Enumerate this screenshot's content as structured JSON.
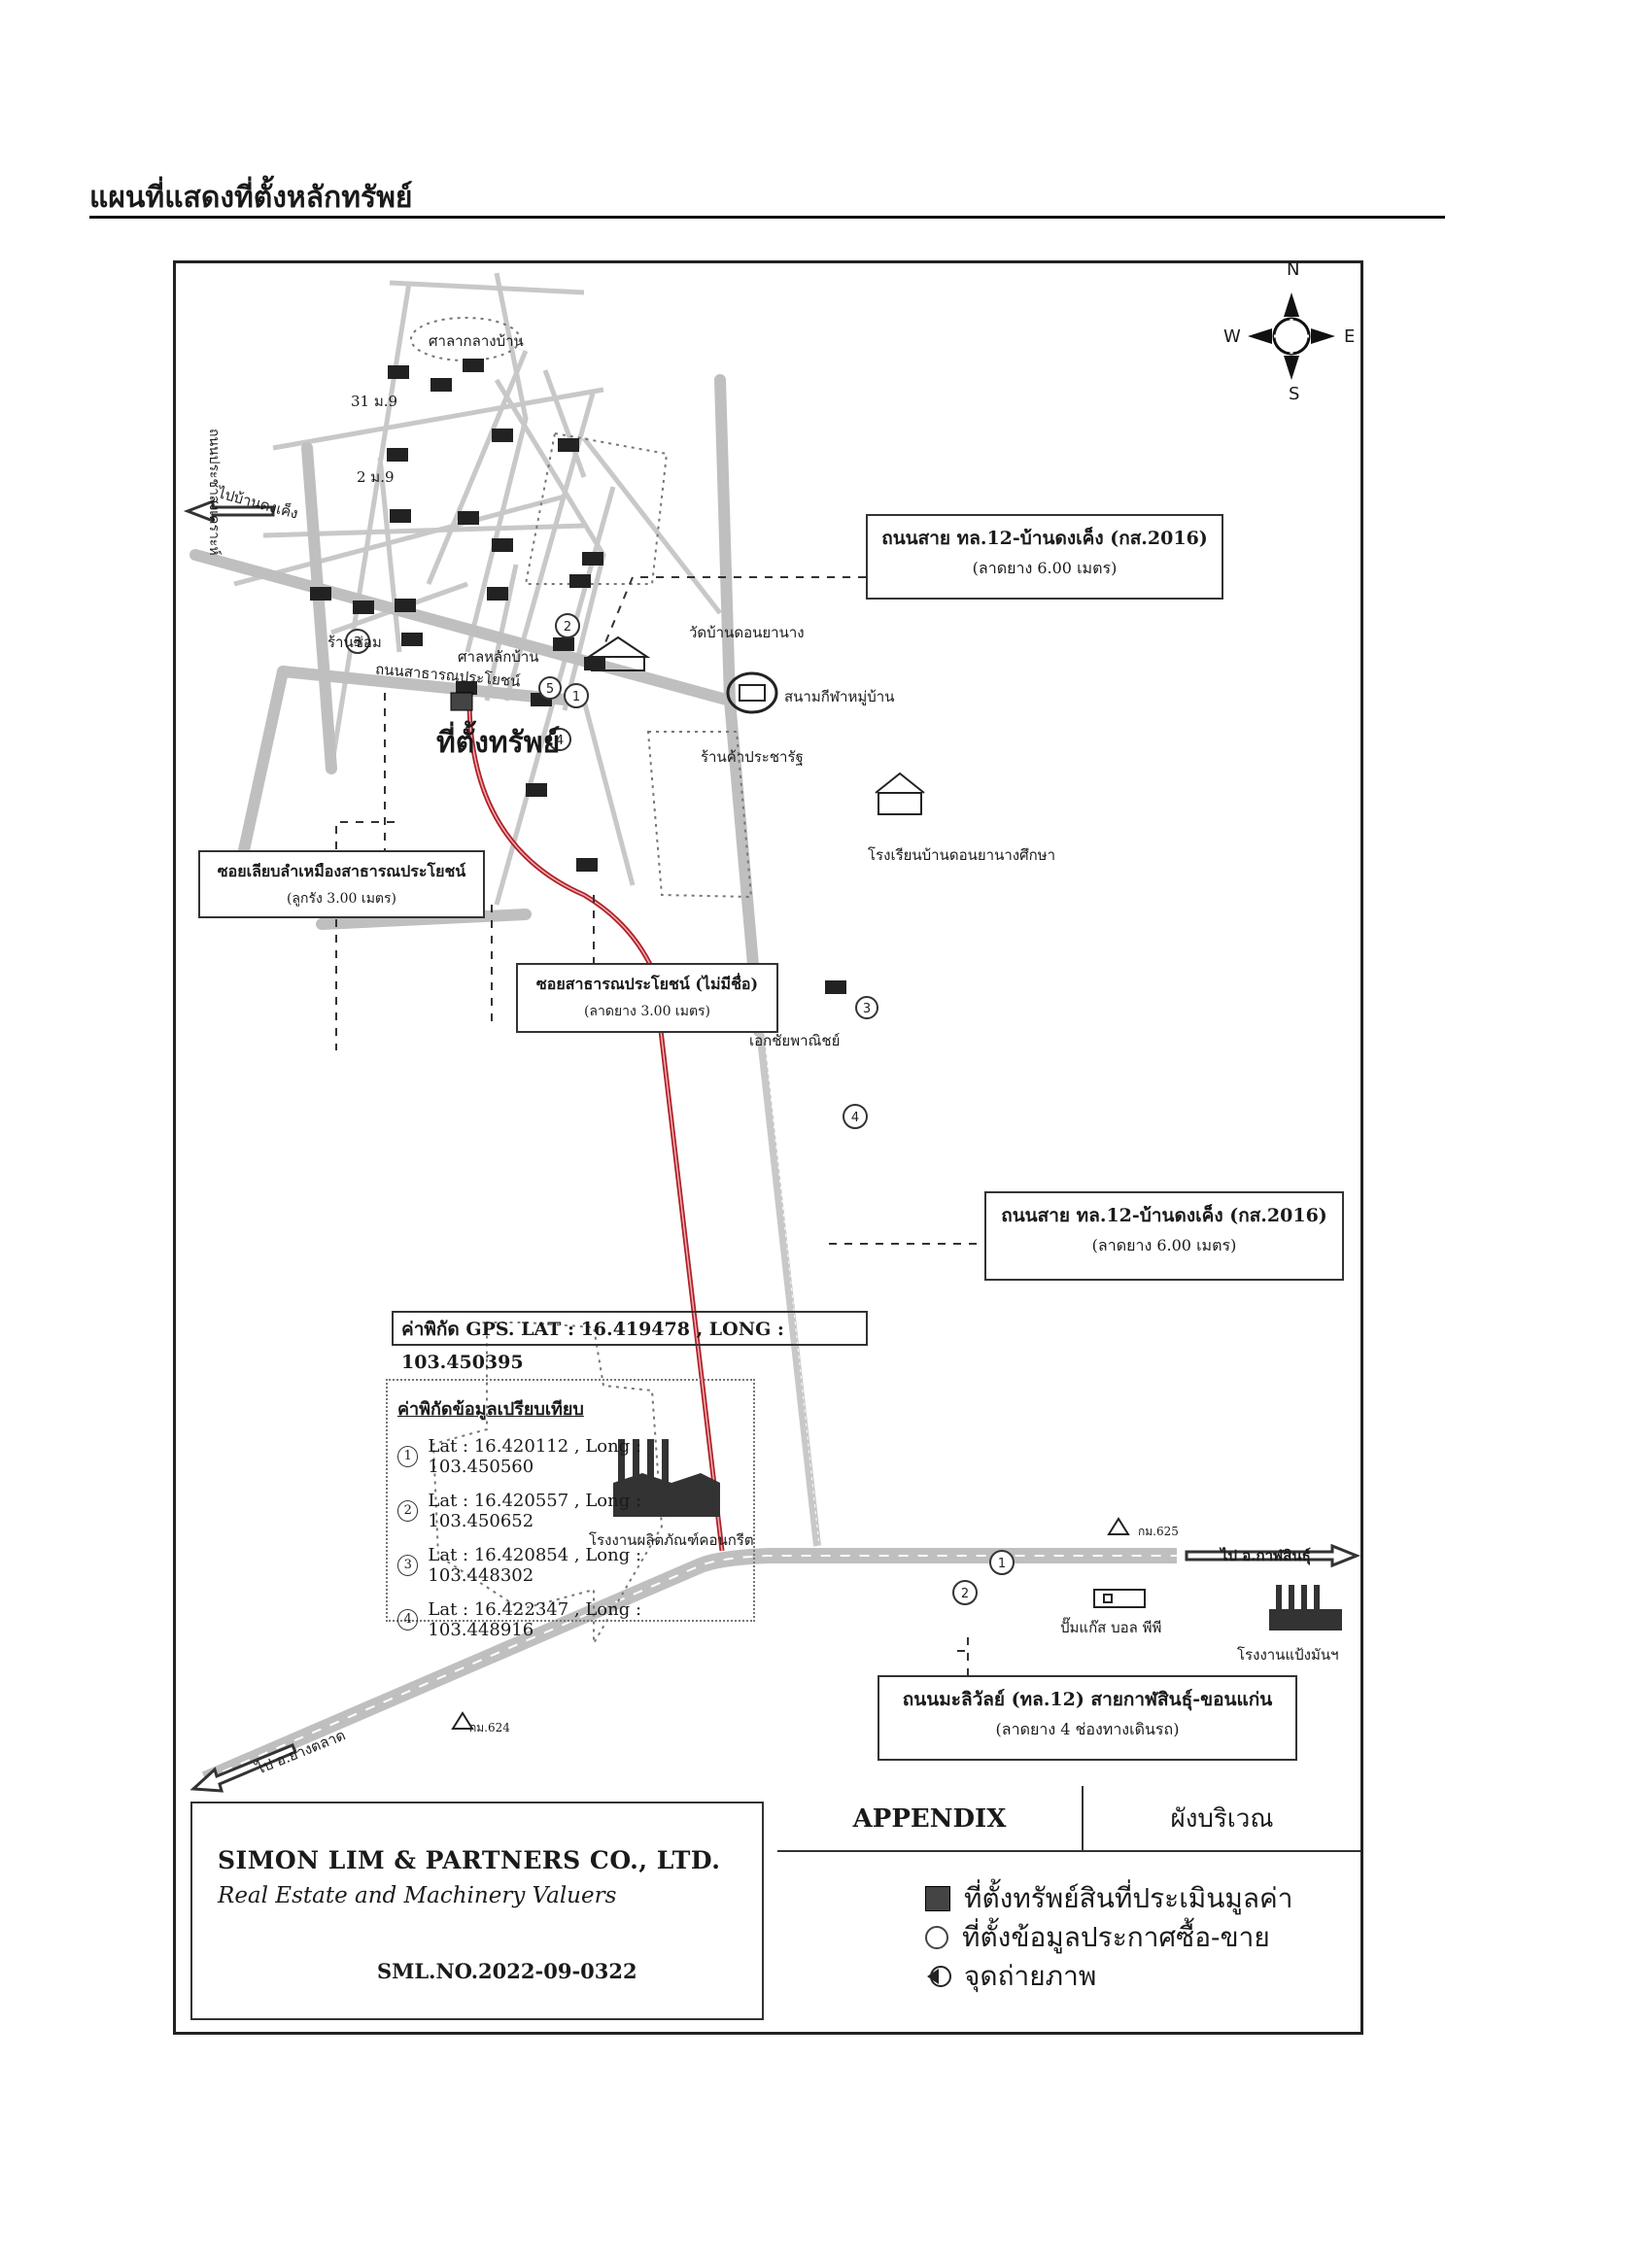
{
  "page": {
    "title": "แผนที่แสดงที่ตั้งหลักทรัพย์"
  },
  "compass": {
    "n": "N",
    "s": "S",
    "e": "E",
    "w": "W"
  },
  "map": {
    "labels": {
      "road_to_bandong": "ไปบ้านดงเค็ง",
      "village_area": "ศาลากลางบ้าน",
      "house_31": "31 ม.9",
      "house_2": "2 ม.9",
      "shop_left": "ร้านซ่อม",
      "village_shrine": "ศาลหลักบ้าน",
      "public_lane": "ถนนสาธารณประโยชน์",
      "temple": "วัดบ้านดอนยานาง",
      "stadium": "สนามกีฬาหมู่บ้าน",
      "shop_right": "ร้านค้าประชารัฐ",
      "school": "โรงเรียนบ้านดอนยานางศึกษา",
      "private_shop": "เอกชัยพาณิชย์",
      "concrete_factory": "โรงงานผลิตภัณฑ์คอนกรีต",
      "gas_station": "ปั๊มแก๊ส บอล พีพี",
      "tapioca_factory": "โรงงานแป้งมันฯ",
      "to_kalasin": "ไป อ.กาฬสินธุ์",
      "to_khonkaen": "ไป อ.ยางตลาด",
      "km_625": "กม.625",
      "km_624": "กม.624",
      "vertical_road": "ถนนประชาสงเคราะห์",
      "site_label": "ที่ตั้งทรัพย์"
    },
    "boxes": {
      "road_top": {
        "title": "ถนนสาย ทล.12-บ้านดงเค็ง (กส.2016)",
        "sub": "(ลาดยาง 6.00 เมตร)"
      },
      "lane_left": {
        "title": "ซอยเลียบลำเหมืองสาธารณประโยชน์",
        "sub": "(ลูกรัง 3.00 เมตร)"
      },
      "lane_unnamed": {
        "title": "ซอยสาธารณประโยชน์ (ไม่มีชื่อ)",
        "sub": "(ลาดยาง 3.00 เมตร)"
      },
      "road_mid": {
        "title": "ถนนสาย ทล.12-บ้านดงเค็ง (กส.2016)",
        "sub": "(ลาดยาง 6.00 เมตร)"
      },
      "highway": {
        "title": "ถนนมะลิวัลย์ (ทล.12) สายกาฬสินธุ์-ขอนแก่น",
        "sub": "(ลาดยาง 4 ช่องทางเดินรถ)"
      }
    },
    "gps": "ค่าพิกัด GPS. LAT : 16.419478 , LONG : 103.450395",
    "comparables": {
      "title": "ค่าพิกัดข้อมูลเปรียบเทียบ",
      "items": [
        {
          "no": "1",
          "text": "Lat : 16.420112 , Long : 103.450560"
        },
        {
          "no": "2",
          "text": "Lat : 16.420557 , Long : 103.450652"
        },
        {
          "no": "3",
          "text": "Lat : 16.420854 , Long : 103.448302"
        },
        {
          "no": "4",
          "text": "Lat : 16.422347 , Long : 103.448916"
        }
      ]
    }
  },
  "footer": {
    "company": "SIMON LIM & PARTNERS CO., LTD.",
    "subtitle": "Real Estate and Machinery Valuers",
    "ref_no": "SML.NO.2022-09-0322",
    "appendix": "APPENDIX",
    "plan": "ผังบริเวณ",
    "legend": [
      {
        "type": "square",
        "text": "ที่ตั้งทรัพย์สินที่ประเมินมูลค่า"
      },
      {
        "type": "circle",
        "text": "ที่ตั้งข้อมูลประกาศซื้อ-ขาย"
      },
      {
        "type": "camera",
        "text": "จุดถ่ายภาพ"
      }
    ]
  },
  "colors": {
    "route": "#b0202a",
    "road": "#bdbdbd",
    "ink": "#1a1a1a"
  }
}
